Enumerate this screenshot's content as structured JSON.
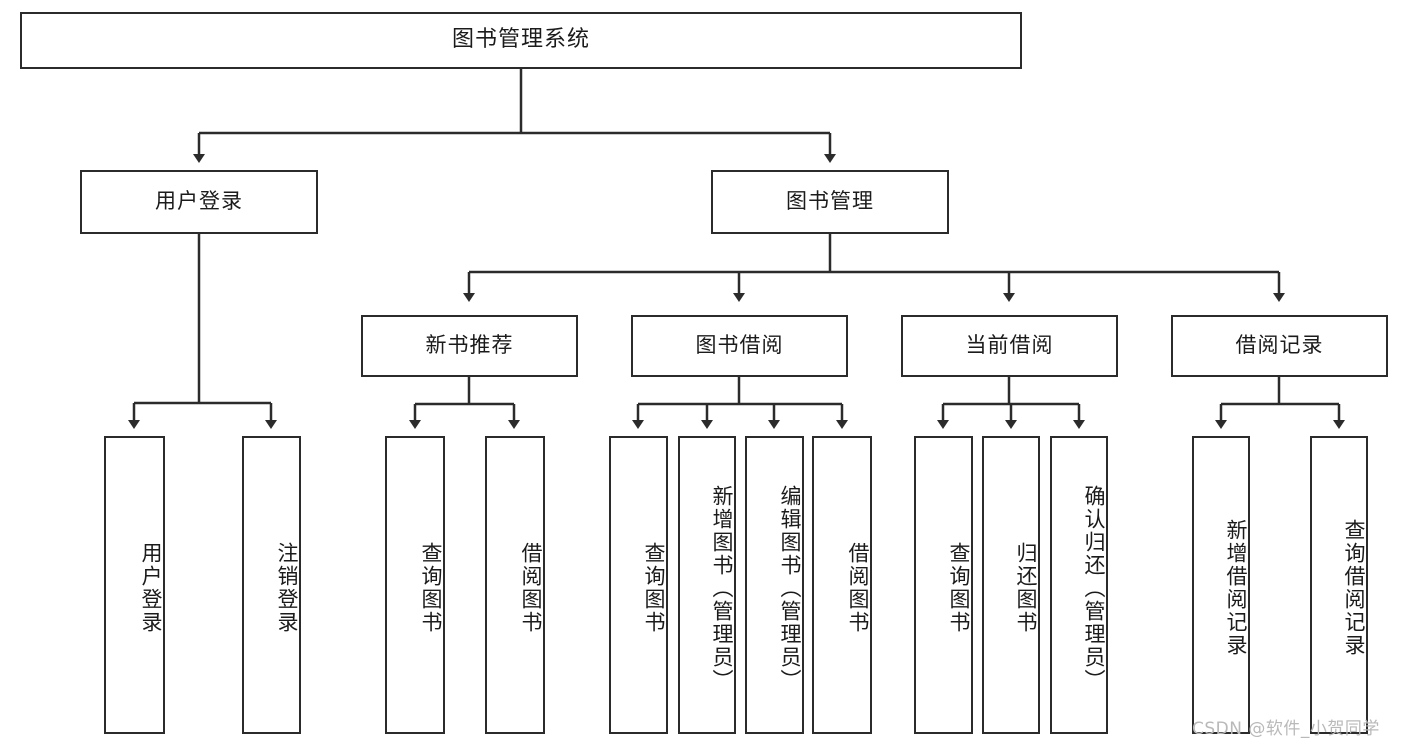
{
  "diagram": {
    "title": "图书管理系统",
    "type": "tree",
    "watermark": "CSDN @软件_小贺同学",
    "colors": {
      "border": "#2b2b2b",
      "text": "#1b1b1b",
      "background": "#ffffff",
      "watermark": "#b9b9b9"
    },
    "levels": {
      "level1": [
        {
          "id": "root",
          "label": "图书管理系统",
          "orientation": "horizontal"
        }
      ],
      "level2": [
        {
          "id": "user-login",
          "label": "用户登录",
          "orientation": "horizontal"
        },
        {
          "id": "book-manage",
          "label": "图书管理",
          "orientation": "horizontal"
        }
      ],
      "level3": [
        {
          "id": "new-book-rec",
          "label": "新书推荐",
          "orientation": "horizontal",
          "parent": "book-manage"
        },
        {
          "id": "book-borrow",
          "label": "图书借阅",
          "orientation": "horizontal",
          "parent": "book-manage"
        },
        {
          "id": "current-borrow",
          "label": "当前借阅",
          "orientation": "horizontal",
          "parent": "book-manage"
        },
        {
          "id": "borrow-record",
          "label": "借阅记录",
          "orientation": "horizontal",
          "parent": "book-manage"
        }
      ],
      "level4": [
        {
          "id": "leaf-user-login",
          "label": "用户登录",
          "orientation": "vertical",
          "parent": "user-login"
        },
        {
          "id": "leaf-user-logout",
          "label": "注销登录",
          "orientation": "vertical",
          "parent": "user-login"
        },
        {
          "id": "leaf-query-book-1",
          "label": "查询图书",
          "orientation": "vertical",
          "parent": "new-book-rec"
        },
        {
          "id": "leaf-borrow-book-1",
          "label": "借阅图书",
          "orientation": "vertical",
          "parent": "new-book-rec"
        },
        {
          "id": "leaf-query-book-2",
          "label": "查询图书",
          "orientation": "vertical",
          "parent": "book-borrow"
        },
        {
          "id": "leaf-add-book",
          "label": "新增图书（管理员）",
          "orientation": "vertical",
          "parent": "book-borrow"
        },
        {
          "id": "leaf-edit-book",
          "label": "编辑图书（管理员）",
          "orientation": "vertical",
          "parent": "book-borrow"
        },
        {
          "id": "leaf-borrow-book-2",
          "label": "借阅图书",
          "orientation": "vertical",
          "parent": "book-borrow"
        },
        {
          "id": "leaf-query-book-3",
          "label": "查询图书",
          "orientation": "vertical",
          "parent": "current-borrow"
        },
        {
          "id": "leaf-return-book",
          "label": "归还图书",
          "orientation": "vertical",
          "parent": "current-borrow"
        },
        {
          "id": "leaf-confirm-return",
          "label": "确认归还（管理员）",
          "orientation": "vertical",
          "parent": "current-borrow"
        },
        {
          "id": "leaf-add-record",
          "label": "新增借阅记录",
          "orientation": "vertical",
          "parent": "borrow-record"
        },
        {
          "id": "leaf-query-record",
          "label": "查询借阅记录",
          "orientation": "vertical",
          "parent": "borrow-record"
        }
      ]
    }
  }
}
